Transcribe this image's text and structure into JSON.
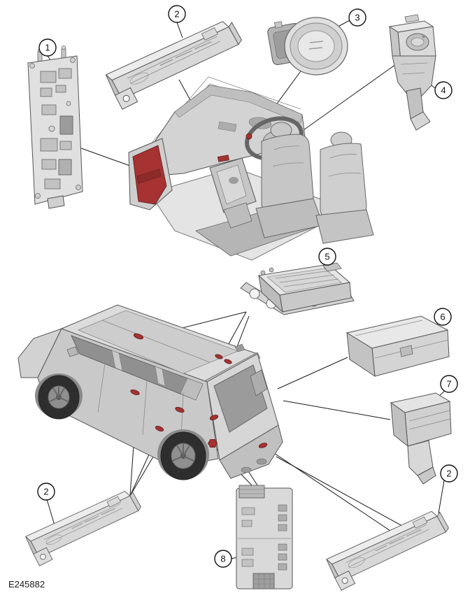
{
  "figure": {
    "id": "E245882"
  },
  "colors": {
    "background": "#ffffff",
    "highlight": "#a63232",
    "line": "#1a1a1a",
    "body_gray": "#cccccc",
    "light_gray": "#e4e4e4"
  },
  "callouts": [
    {
      "label": "1"
    },
    {
      "label": "2"
    },
    {
      "label": "3"
    },
    {
      "label": "4"
    },
    {
      "label": "5"
    },
    {
      "label": "6"
    },
    {
      "label": "7"
    },
    {
      "label": "2"
    },
    {
      "label": "2"
    },
    {
      "label": "8"
    }
  ]
}
